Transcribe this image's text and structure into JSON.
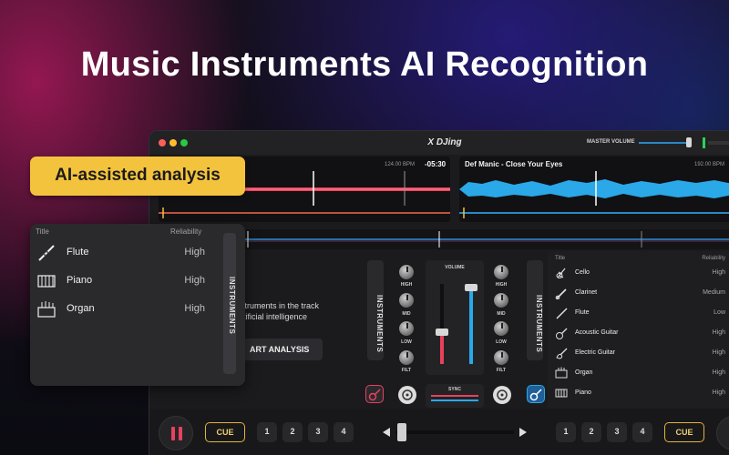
{
  "headline": "Music Instruments AI Recognition",
  "badge": "AI-assisted analysis",
  "app": {
    "title": "X DJing",
    "master_volume_label": "MASTER VOLUME",
    "deck_left": {
      "bpm": "124.00 BPM",
      "time": "-05:30"
    },
    "deck_right": {
      "title": "Def Manic - Close Your Eyes",
      "bpm": "192.00 BPM"
    }
  },
  "left_deck": {
    "instruments_tab": "INSTRUMENTS",
    "description_line1": "struments in the track",
    "description_line2": "rtificial intelligence",
    "start_analysis": "ART ANALYSIS"
  },
  "mixer": {
    "volume_label": "VOLUME",
    "sync_label": "SYNC",
    "eq_labels": [
      "HIGH",
      "MID",
      "LOW",
      "FILT"
    ],
    "left_fader_level": 0.4,
    "right_fader_level": 0.95
  },
  "right_deck": {
    "instruments_tab": "INSTRUMENTS",
    "headers": {
      "title": "Title",
      "reliability": "Reliability"
    },
    "instruments": [
      {
        "name": "Cello",
        "reliability": "High",
        "icon": "cello-icon"
      },
      {
        "name": "Clarinet",
        "reliability": "Medium",
        "icon": "clarinet-icon"
      },
      {
        "name": "Flute",
        "reliability": "Low",
        "icon": "flute-icon"
      },
      {
        "name": "Acoustic Guitar",
        "reliability": "High",
        "icon": "acoustic-guitar-icon"
      },
      {
        "name": "Electric Guitar",
        "reliability": "High",
        "icon": "electric-guitar-icon"
      },
      {
        "name": "Organ",
        "reliability": "High",
        "icon": "organ-icon"
      },
      {
        "name": "Piano",
        "reliability": "High",
        "icon": "piano-icon"
      }
    ]
  },
  "floating_panel": {
    "headers": {
      "title": "Title",
      "reliability": "Reliability"
    },
    "instruments_tab": "INSTRUMENTS",
    "instruments": [
      {
        "name": "Flute",
        "reliability": "High",
        "icon": "flute-icon"
      },
      {
        "name": "Piano",
        "reliability": "High",
        "icon": "piano-icon"
      },
      {
        "name": "Organ",
        "reliability": "High",
        "icon": "organ-icon"
      }
    ]
  },
  "transport": {
    "cue_label": "CUE",
    "hotcues": [
      "1",
      "2",
      "3",
      "4"
    ]
  },
  "colors": {
    "accent_yellow": "#f4c33d",
    "waveform_left": "#e8415a",
    "waveform_right": "#2aa8e8",
    "meter_green": "#2bd15a"
  }
}
